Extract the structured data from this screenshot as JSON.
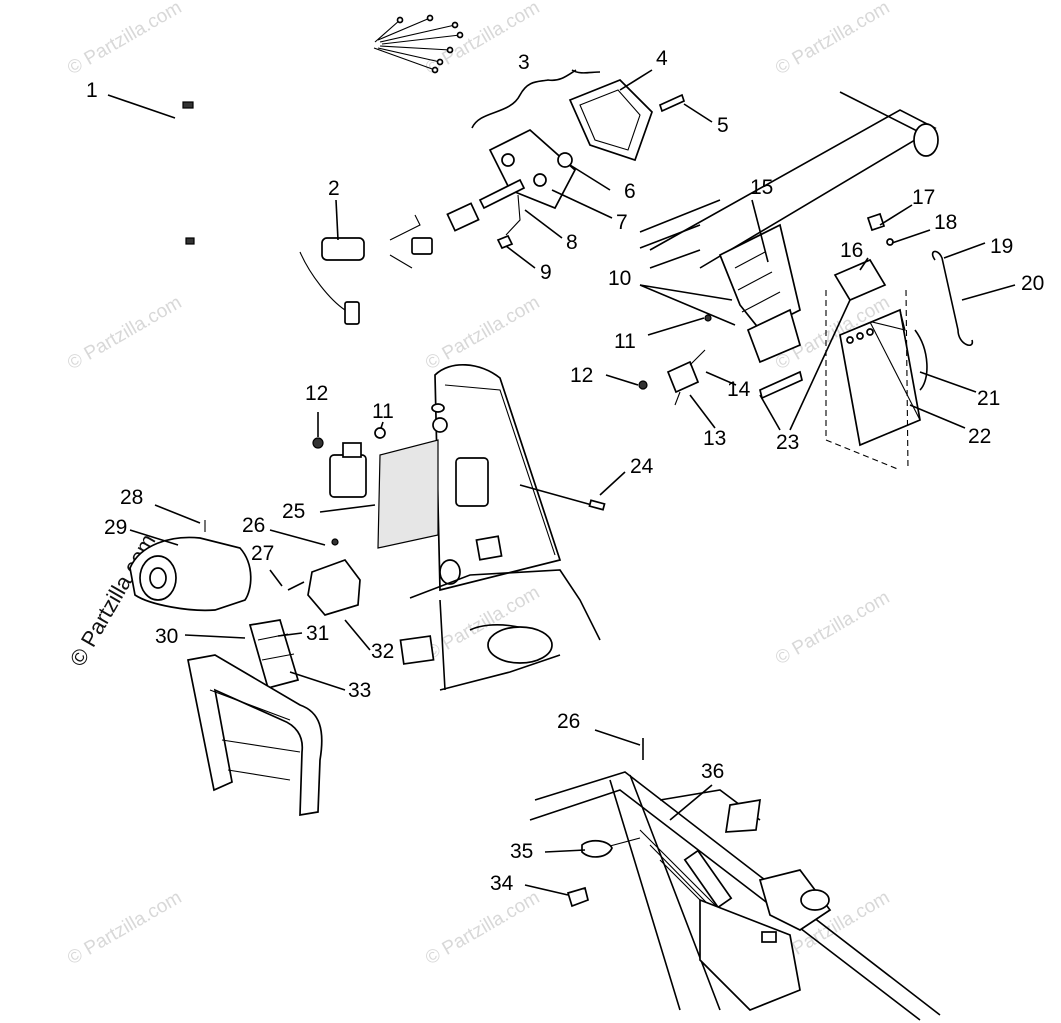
{
  "watermark": {
    "text": "© Partzilla.com"
  },
  "callouts": [
    {
      "id": "1",
      "text": "1"
    },
    {
      "id": "2",
      "text": "2"
    },
    {
      "id": "3",
      "text": "3"
    },
    {
      "id": "4",
      "text": "4"
    },
    {
      "id": "5",
      "text": "5"
    },
    {
      "id": "6",
      "text": "6"
    },
    {
      "id": "7",
      "text": "7"
    },
    {
      "id": "8",
      "text": "8"
    },
    {
      "id": "9",
      "text": "9"
    },
    {
      "id": "10",
      "text": "10"
    },
    {
      "id": "11a",
      "text": "11"
    },
    {
      "id": "12a",
      "text": "12"
    },
    {
      "id": "13",
      "text": "13"
    },
    {
      "id": "14",
      "text": "14"
    },
    {
      "id": "15",
      "text": "15"
    },
    {
      "id": "16",
      "text": "16"
    },
    {
      "id": "17",
      "text": "17"
    },
    {
      "id": "18",
      "text": "18"
    },
    {
      "id": "19",
      "text": "19"
    },
    {
      "id": "20",
      "text": "20"
    },
    {
      "id": "21",
      "text": "21"
    },
    {
      "id": "22",
      "text": "22"
    },
    {
      "id": "23",
      "text": "23"
    },
    {
      "id": "12b",
      "text": "12"
    },
    {
      "id": "11b",
      "text": "11"
    },
    {
      "id": "24",
      "text": "24"
    },
    {
      "id": "25",
      "text": "25"
    },
    {
      "id": "26a",
      "text": "26"
    },
    {
      "id": "27",
      "text": "27"
    },
    {
      "id": "28",
      "text": "28"
    },
    {
      "id": "29",
      "text": "29"
    },
    {
      "id": "30",
      "text": "30"
    },
    {
      "id": "31",
      "text": "31"
    },
    {
      "id": "32",
      "text": "32"
    },
    {
      "id": "33",
      "text": "33"
    },
    {
      "id": "26b",
      "text": "26"
    },
    {
      "id": "36",
      "text": "36"
    },
    {
      "id": "35",
      "text": "35"
    },
    {
      "id": "34",
      "text": "34"
    }
  ]
}
